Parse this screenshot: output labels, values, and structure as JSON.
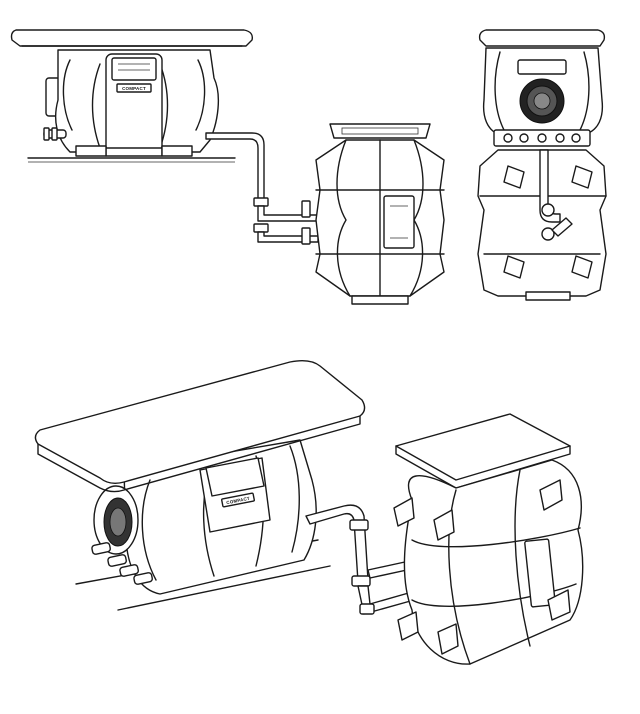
{
  "drawing": {
    "views": [
      {
        "id": "side-view"
      },
      {
        "id": "front-view"
      },
      {
        "id": "isometric-view"
      }
    ],
    "unit_label_side": "COMPACT",
    "unit_label_iso": "COMPACT"
  }
}
